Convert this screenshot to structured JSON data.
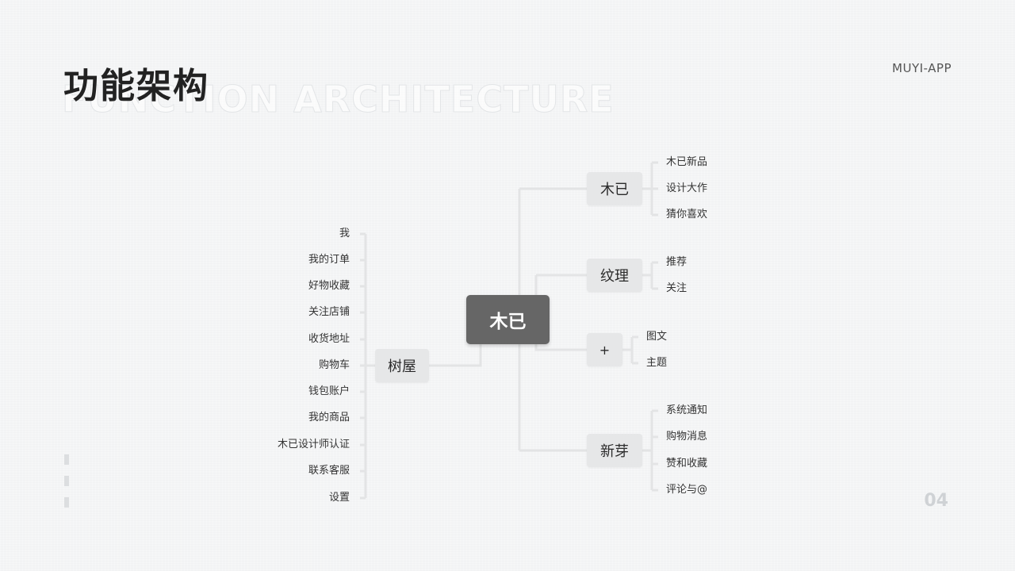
{
  "header": {
    "title": "功能架构",
    "title_en": "FUNCTION ARCHITECTURE",
    "brand": "MUYI-APP",
    "page_number": "04"
  },
  "mindmap": {
    "root": "木已",
    "left": {
      "label": "树屋",
      "items": [
        "我",
        "我的订单",
        "好物收藏",
        "关注店铺",
        "收货地址",
        "购物车",
        "钱包账户",
        "我的商品",
        "木已设计师认证",
        "联系客服",
        "设置"
      ]
    },
    "right": [
      {
        "label": "木已",
        "items": [
          "木已新品",
          "设计大作",
          "猜你喜欢"
        ]
      },
      {
        "label": "纹理",
        "items": [
          "推荐",
          "关注"
        ]
      },
      {
        "label": "+",
        "items": [
          "图文",
          "主题"
        ]
      },
      {
        "label": "新芽",
        "items": [
          "系统通知",
          "购物消息",
          "赞和收藏",
          "评论与@"
        ]
      }
    ]
  },
  "colors": {
    "background": "#f4f5f6",
    "node": "#e6e7e8",
    "root": "#666666",
    "line": "#e3e4e5"
  }
}
